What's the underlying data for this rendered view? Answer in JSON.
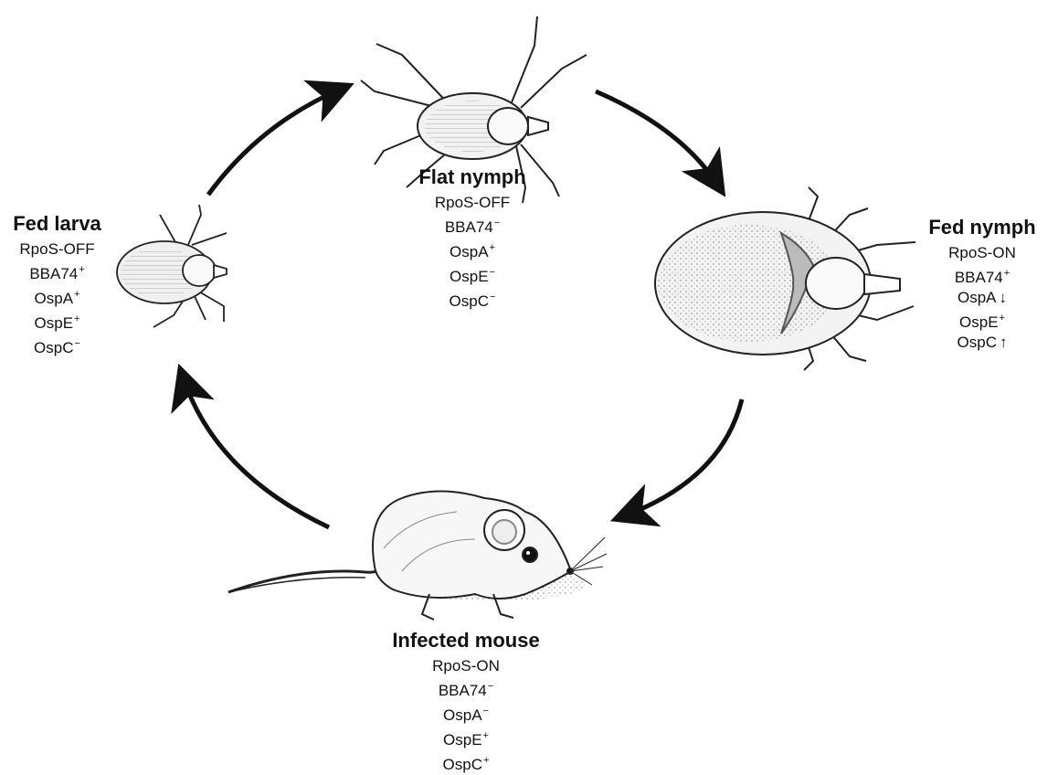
{
  "stages": {
    "flat_nymph": {
      "title": "Flat nymph",
      "markers": [
        {
          "name": "RpoS-OFF",
          "state": ""
        },
        {
          "name": "BBA74",
          "state": "−"
        },
        {
          "name": "OspA",
          "state": "+"
        },
        {
          "name": "OspE",
          "state": "−"
        },
        {
          "name": "OspC",
          "state": "−"
        }
      ]
    },
    "fed_nymph": {
      "title": "Fed nymph",
      "markers": [
        {
          "name": "RpoS-ON",
          "state": ""
        },
        {
          "name": "BBA74",
          "state": "+"
        },
        {
          "name": "OspA",
          "state": "",
          "arrow": "↓"
        },
        {
          "name": "OspE",
          "state": "+"
        },
        {
          "name": "OspC",
          "state": "",
          "arrow": "↑"
        }
      ]
    },
    "infected_mouse": {
      "title": "Infected mouse",
      "markers": [
        {
          "name": "RpoS-ON",
          "state": ""
        },
        {
          "name": "BBA74",
          "state": "−"
        },
        {
          "name": "OspA",
          "state": "−"
        },
        {
          "name": "OspE",
          "state": "+"
        },
        {
          "name": "OspC",
          "state": "+"
        }
      ]
    },
    "fed_larva": {
      "title": "Fed larva",
      "markers": [
        {
          "name": "RpoS-OFF",
          "state": ""
        },
        {
          "name": "BBA74",
          "state": "+"
        },
        {
          "name": "OspA",
          "state": "+"
        },
        {
          "name": "OspE",
          "state": "+"
        },
        {
          "name": "OspC",
          "state": "−"
        }
      ]
    }
  },
  "colors": {
    "ink": "#111111",
    "body": "#f4f4f4",
    "mouse_fur": "#f7f7f7"
  },
  "icons": [
    "flat-nymph-tick",
    "fed-nymph-tick",
    "fed-larva-tick",
    "mouse",
    "cycle-arrow"
  ]
}
